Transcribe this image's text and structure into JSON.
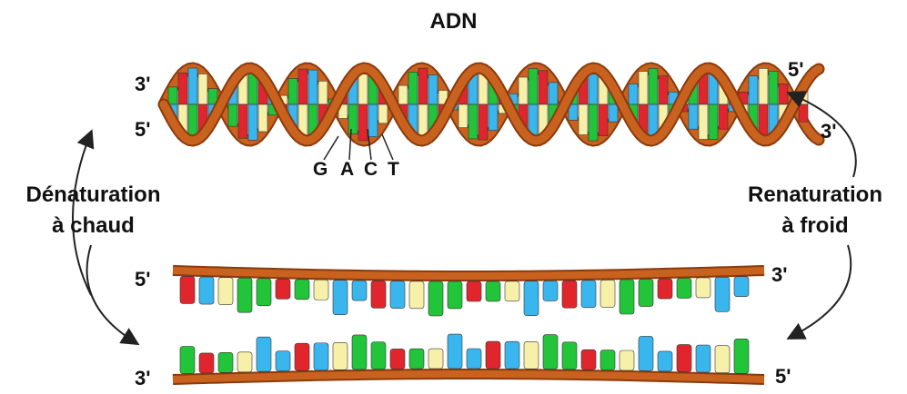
{
  "title": "ADN",
  "helix": {
    "left_top": "3'",
    "left_bottom": "5'",
    "right_top": "5'",
    "right_bottom": "3'",
    "bases": [
      "G",
      "A",
      "C",
      "T"
    ]
  },
  "single_strands": {
    "top_left": "5'",
    "top_right": "3'",
    "bottom_left": "3'",
    "bottom_right": "5'"
  },
  "processes": {
    "left_line1": "Dénaturation",
    "left_line2": "à chaud",
    "right_line1": "Renaturation",
    "right_line2": "à froid"
  },
  "colors": {
    "backbone": "#c8621e",
    "backbone_dark": "#8a3a0c",
    "green": "#22c43a",
    "red": "#e0262c",
    "blue": "#3ab6ee",
    "cream": "#f7f0a8",
    "arrow": "#222222"
  }
}
